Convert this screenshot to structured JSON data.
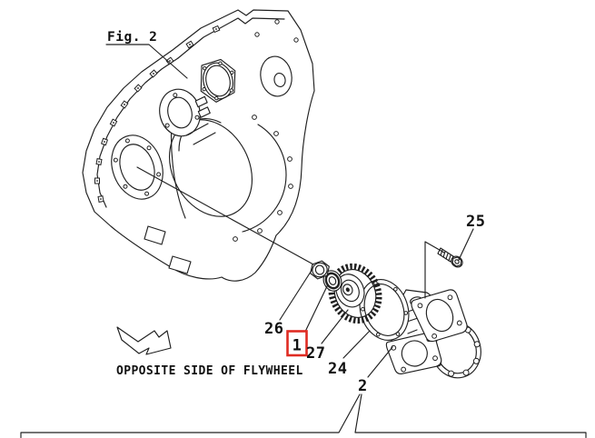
{
  "figure": {
    "title": "Fig. 2",
    "caption": "OPPOSITE SIDE OF FLYWHEEL"
  },
  "part_labels": {
    "p26": "26",
    "p1": "1",
    "p27": "27",
    "p24": "24",
    "p2": "2",
    "p25": "25"
  },
  "highlight": {
    "selected_part": "1",
    "box_color": "#df2b22"
  },
  "colors": {
    "line": "#202020",
    "background": "#ffffff"
  }
}
